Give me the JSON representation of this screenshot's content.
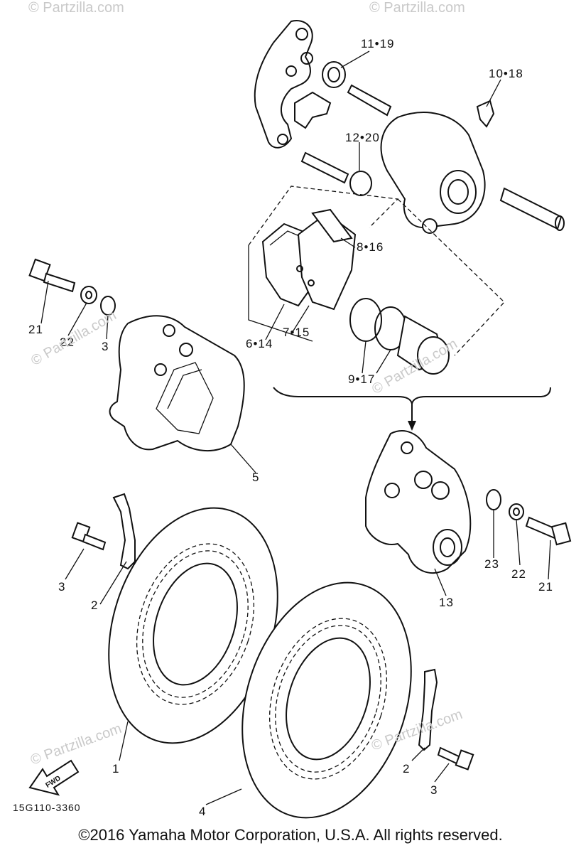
{
  "callouts": [
    {
      "id": "11-19",
      "text": "11•19"
    },
    {
      "id": "10-18",
      "text": "10•18"
    },
    {
      "id": "12-20",
      "text": "12•20"
    },
    {
      "id": "8-16",
      "text": "8•16"
    },
    {
      "id": "21-left",
      "text": "21"
    },
    {
      "id": "22-left",
      "text": "22"
    },
    {
      "id": "3-upper",
      "text": "3"
    },
    {
      "id": "6-14",
      "text": "6•14"
    },
    {
      "id": "7-15",
      "text": "7•15"
    },
    {
      "id": "9-17",
      "text": "9•17"
    },
    {
      "id": "5",
      "text": "5"
    },
    {
      "id": "23",
      "text": "23"
    },
    {
      "id": "22-right",
      "text": "22"
    },
    {
      "id": "21-right",
      "text": "21"
    },
    {
      "id": "13",
      "text": "13"
    },
    {
      "id": "3-left",
      "text": "3"
    },
    {
      "id": "2-left",
      "text": "2"
    },
    {
      "id": "1",
      "text": "1"
    },
    {
      "id": "2-right",
      "text": "2"
    },
    {
      "id": "3-right",
      "text": "3"
    },
    {
      "id": "4",
      "text": "4"
    }
  ],
  "fwd_label": "FWD",
  "diagram_code": "15G110-3360",
  "watermark": "© Partzilla.com",
  "copyright": "©2016 Yamaha Motor Corporation, U.S.A. All rights reserved."
}
